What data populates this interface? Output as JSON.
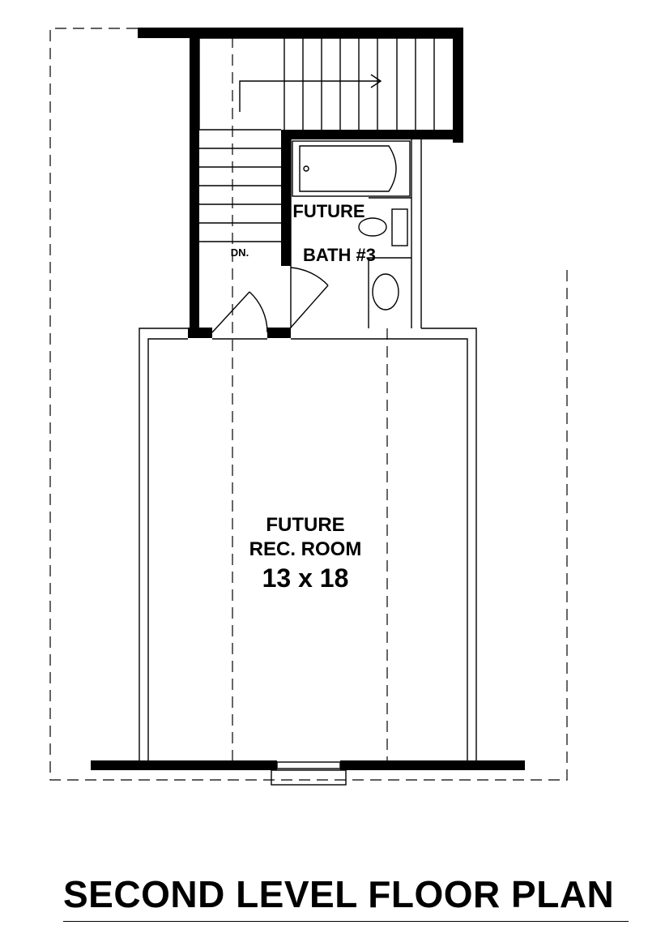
{
  "plan": {
    "title": "SECOND LEVEL FLOOR PLAN",
    "stair_label": "DN.",
    "bath": {
      "line1": "FUTURE",
      "line2": "BATH #3"
    },
    "rec_room": {
      "line1": "FUTURE",
      "line2": "REC. ROOM",
      "dimensions": "13 x 18"
    }
  }
}
